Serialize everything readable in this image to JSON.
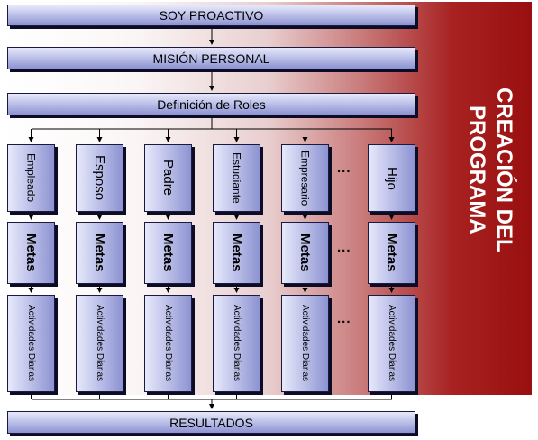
{
  "top_boxes": {
    "soy_proactivo": "SOY PROACTIVO",
    "mision_personal": "MISIÓN PERSONAL",
    "definicion_roles": "Definición de Roles"
  },
  "roles": [
    {
      "label": "Empleado",
      "size": "small"
    },
    {
      "label": "Esposo",
      "size": "big"
    },
    {
      "label": "Padre",
      "size": "big"
    },
    {
      "label": "Estudiante",
      "size": "small"
    },
    {
      "label": "Empresario",
      "size": "small"
    },
    {
      "label": "Hijo",
      "size": "big"
    }
  ],
  "metas_label": "Metas",
  "actividades_label": "Actividades Diarias",
  "ellipsis": "...",
  "resultados": "RESULTADOS",
  "side_title": "CREACIÓN DEL\nPROGRAMA",
  "colors": {
    "band_dark": "#9a0f0f",
    "box_light": "#e7e9fa",
    "box_dark": "#8d93d1",
    "shadow": "#0c0c24"
  }
}
